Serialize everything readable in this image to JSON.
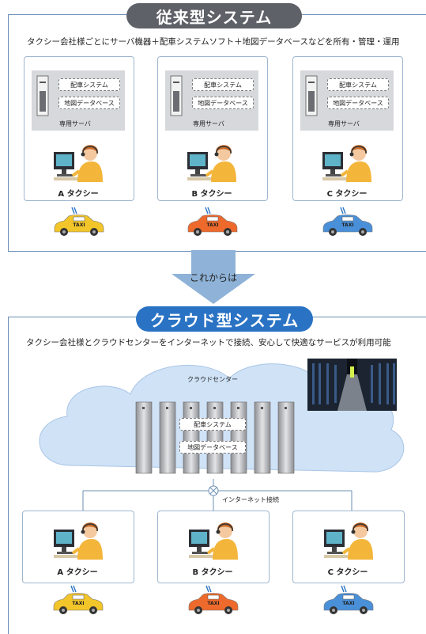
{
  "legacy": {
    "title": "従来型システム",
    "description": "タクシー会社様ごとにサーバ機器＋配車システムソフト＋地図データベースなどを所有・管理・運用",
    "companies": [
      {
        "name": "A タクシー",
        "taxi_color": "#f2c52a"
      },
      {
        "name": "B タクシー",
        "taxi_color": "#ee6a2c"
      },
      {
        "name": "C タクシー",
        "taxi_color": "#4a90d9"
      }
    ],
    "dispatch_label": "配車システム",
    "map_label": "地図データベース",
    "server_label": "専用サーバ"
  },
  "transition": {
    "label": "これからは"
  },
  "cloud": {
    "title": "クラウド型システム",
    "description": "タクシー会社様とクラウドセンターをインターネットで接続、安心して快適なサービスが利用可能",
    "center_label": "クラウドセンター",
    "dispatch_label": "配車システム",
    "map_label": "地図データベース",
    "internet_label": "インターネット接続",
    "companies": [
      {
        "name": "A タクシー",
        "taxi_color": "#f2c52a"
      },
      {
        "name": "B タクシー",
        "taxi_color": "#ee6a2c"
      },
      {
        "name": "C タクシー",
        "taxi_color": "#4a90d9"
      }
    ]
  },
  "taxi_sign": "TAXI",
  "colors": {
    "frame": "#6b8fb5",
    "title_legacy": "#5f6168",
    "title_cloud": "#2a73c4",
    "arrow": "#8fb3d8",
    "cloud": "#cfe2f6"
  }
}
